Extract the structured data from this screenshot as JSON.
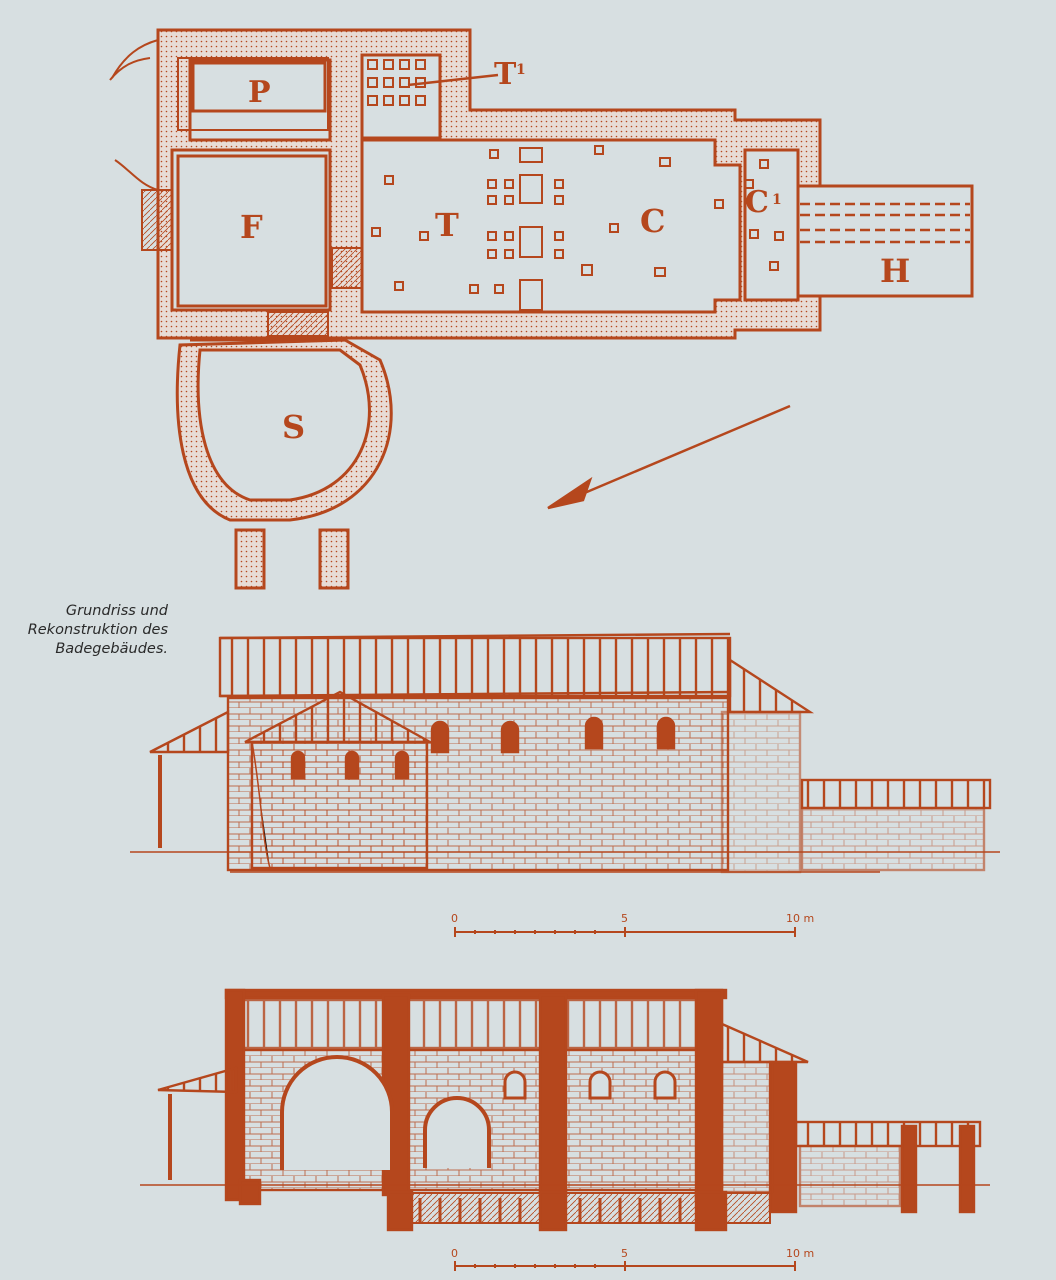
{
  "plan": {
    "rooms": [
      {
        "id": "P",
        "label": "P"
      },
      {
        "id": "T1",
        "label": "T"
      },
      {
        "id": "T1sup",
        "label": "1"
      },
      {
        "id": "F",
        "label": "F"
      },
      {
        "id": "T",
        "label": "T"
      },
      {
        "id": "C",
        "label": "C"
      },
      {
        "id": "C1",
        "label": "C"
      },
      {
        "id": "C1sup",
        "label": "1"
      },
      {
        "id": "H",
        "label": "H"
      },
      {
        "id": "S",
        "label": "S"
      }
    ]
  },
  "caption": {
    "line1": "Grundriss und",
    "line2": "Rekonstruktion des",
    "line3": "Badegebäudes."
  },
  "scale_bar_1": {
    "zero": "0",
    "mid": "5",
    "end": "10 m"
  },
  "scale_bar_2": {
    "zero": "0",
    "mid": "5",
    "end": "10 m"
  },
  "colors": {
    "ink": "#b5471d",
    "background": "#d7dfe1",
    "caption": "#2a2a2a"
  }
}
